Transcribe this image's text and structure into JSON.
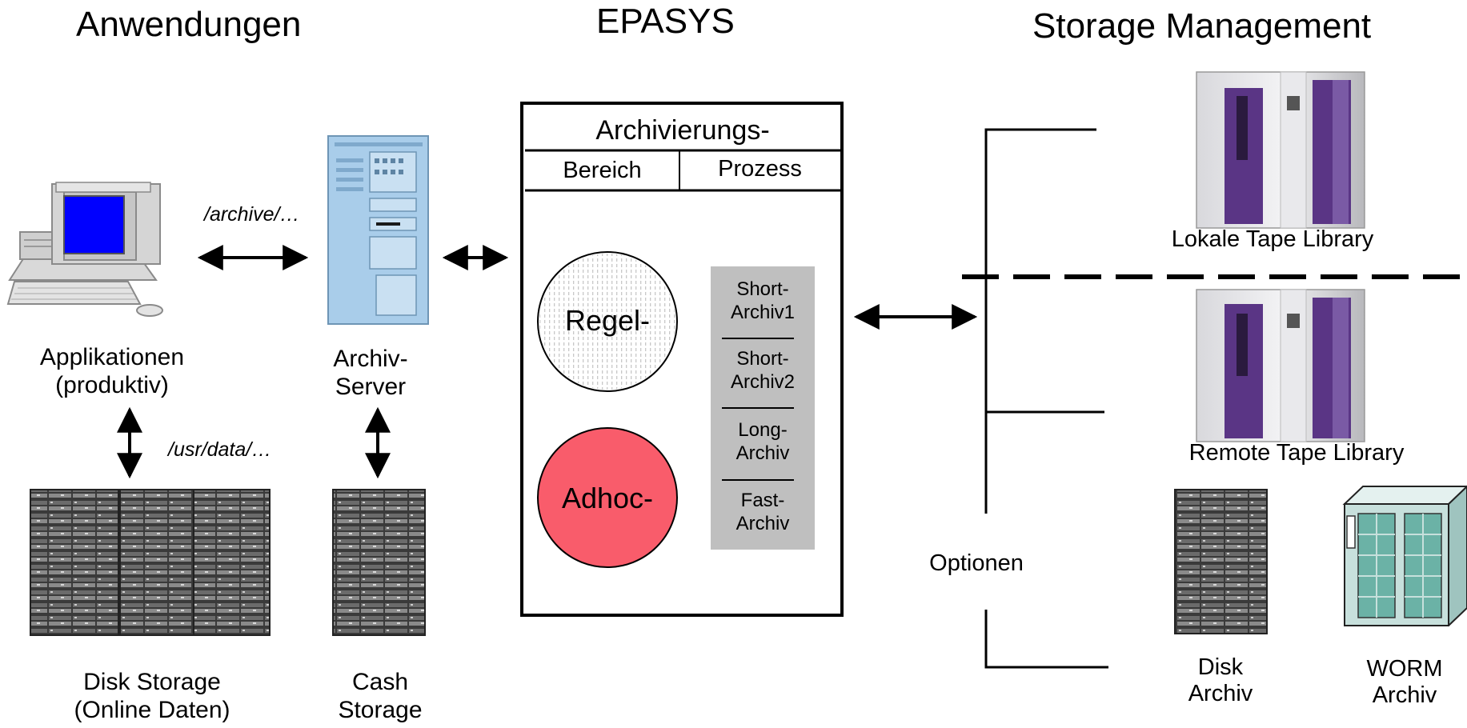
{
  "headers": {
    "applications": "Anwendungen",
    "epasys": "EPASYS",
    "storage": "Storage Management"
  },
  "labels": {
    "applications_line1": "Applikationen",
    "applications_line2": "(produktiv)",
    "archive_server_line1": "Archiv-",
    "archive_server_line2": "Server",
    "disk_storage_line1": "Disk Storage",
    "disk_storage_line2": "(Online Daten)",
    "cash_storage_line1": "Cash",
    "cash_storage_line2": "Storage",
    "local_tape": "Lokale Tape Library",
    "remote_tape": "Remote Tape Library",
    "disk_archive_line1": "Disk",
    "disk_archive_line2": "Archiv",
    "worm_archive_line1": "WORM",
    "worm_archive_line2": "Archiv",
    "options": "Optionen"
  },
  "paths": {
    "archive": "/archive/…",
    "usr_data": "/usr/data/…"
  },
  "epasys_box": {
    "title": "Archivierungs-",
    "col_area": "Bereich",
    "col_process": "Prozess",
    "rule_circle": "Regel-",
    "adhoc_circle": "Adhoc-",
    "archives": [
      {
        "line1": "Short-",
        "line2": "Archiv1"
      },
      {
        "line1": "Short-",
        "line2": "Archiv2"
      },
      {
        "line1": "Long-",
        "line2": "Archiv"
      },
      {
        "line1": "Fast-",
        "line2": "Archiv"
      }
    ]
  },
  "colors": {
    "adhoc_fill": "#f95c6b",
    "archive_panel": "#bfbfbf",
    "monitor_screen": "#0000ff",
    "server_blue": "#a9cdea",
    "tape_purple": "#5a3585",
    "worm_teal": "#c7e0dc"
  }
}
